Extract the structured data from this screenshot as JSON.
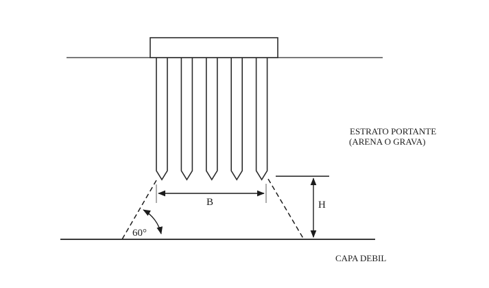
{
  "diagram": {
    "type": "pile-group-foundation-section",
    "pile_count": 5,
    "labels": {
      "bearing_stratum_line1": "ESTRATO PORTANTE",
      "bearing_stratum_line2": "(ARENA O GRAVA)",
      "weak_layer": "CAPA DEBIL",
      "group_width_dim": "B",
      "depth_dim": "H",
      "load_spread_angle": "60°"
    },
    "colors": {
      "line": "#2b2b2b",
      "dim_line": "#1c1c1c",
      "extension_tick": "#8a8a8a",
      "background": "#ffffff"
    }
  }
}
